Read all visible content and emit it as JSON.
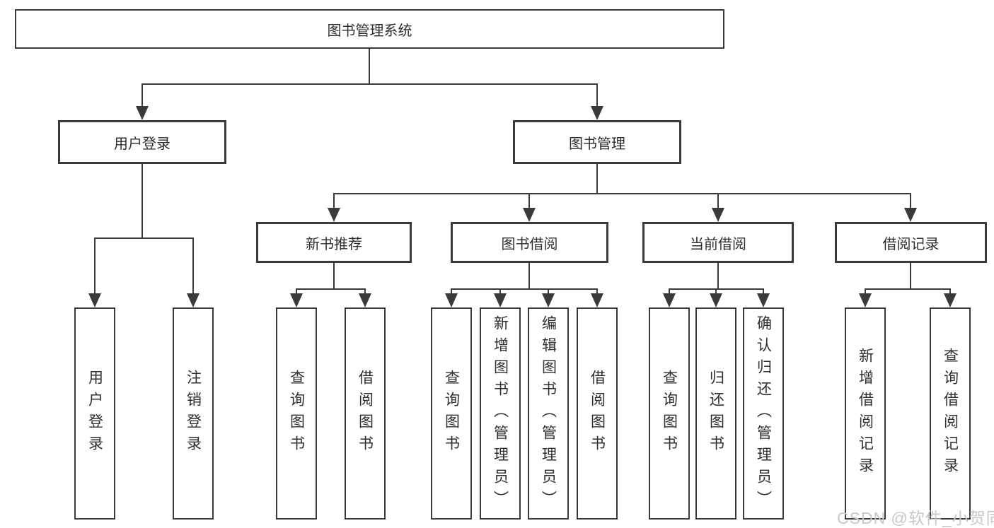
{
  "colors": {
    "line": "#3a3a3a",
    "text": "#2e2e2e",
    "background": "#ffffff",
    "watermark": "#c8c8c8"
  },
  "watermark": {
    "text": "CSDN @软件_小贺同学"
  },
  "tree": {
    "root": "图书管理系统",
    "children": [
      {
        "label": "用户登录",
        "children": [
          "用户登录",
          "注销登录"
        ]
      },
      {
        "label": "图书管理",
        "children": [
          {
            "label": "新书推荐",
            "children": [
              "查询图书",
              "借阅图书"
            ]
          },
          {
            "label": "图书借阅",
            "children": [
              "查询图书",
              "新增图书（管理员）",
              "编辑图书（管理员）",
              "借阅图书"
            ]
          },
          {
            "label": "当前借阅",
            "children": [
              "查询图书",
              "归还图书",
              "确认归还（管理员）"
            ]
          },
          {
            "label": "借阅记录",
            "children": [
              "新增借阅记录",
              "查询借阅记录"
            ]
          }
        ]
      }
    ]
  }
}
